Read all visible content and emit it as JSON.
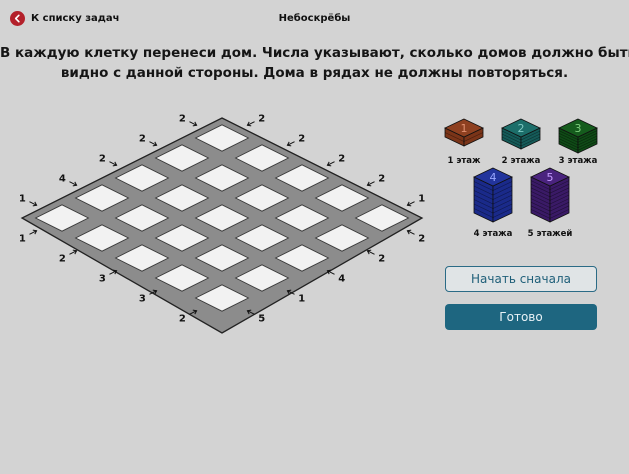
{
  "header": {
    "back_label": "К списку задач",
    "title": "Небоскрёбы"
  },
  "instructions": {
    "line1": "В каждую клетку перенеси дом. Числа указывают, сколько домов должно быть",
    "line2": "видно с данной стороны. Дома в рядах не должны повторяться."
  },
  "grid_size": 5,
  "clues": {
    "top_left": [
      "1",
      "2",
      "2",
      "2",
      "2"
    ],
    "top_right": [
      "2",
      "2",
      "4",
      "1",
      "5"
    ],
    "bottom_left": [
      "2",
      "2",
      "2",
      "4",
      "1"
    ],
    "bottom_right": [
      "2",
      "3",
      "3",
      "2",
      "1"
    ]
  },
  "palette": [
    {
      "level": "1",
      "label": "1 этаж",
      "color": "#7a3418",
      "top": "#8e4020",
      "num_color": "#e09070"
    },
    {
      "level": "2",
      "label": "2 этажа",
      "color": "#155a58",
      "top": "#1c6e6a",
      "num_color": "#7ec8c2"
    },
    {
      "level": "3",
      "label": "3 этажа",
      "color": "#0f4a16",
      "top": "#155c1d",
      "num_color": "#7fcf7f"
    },
    {
      "level": "4",
      "label": "4 этажа",
      "color": "#1a2a8a",
      "top": "#22349c",
      "num_color": "#9aa8ff"
    },
    {
      "level": "5",
      "label": "5 этажей",
      "color": "#3a1a66",
      "top": "#4a237e",
      "num_color": "#c49aff"
    }
  ],
  "buttons": {
    "restart": "Начать сначала",
    "done": "Готово"
  }
}
